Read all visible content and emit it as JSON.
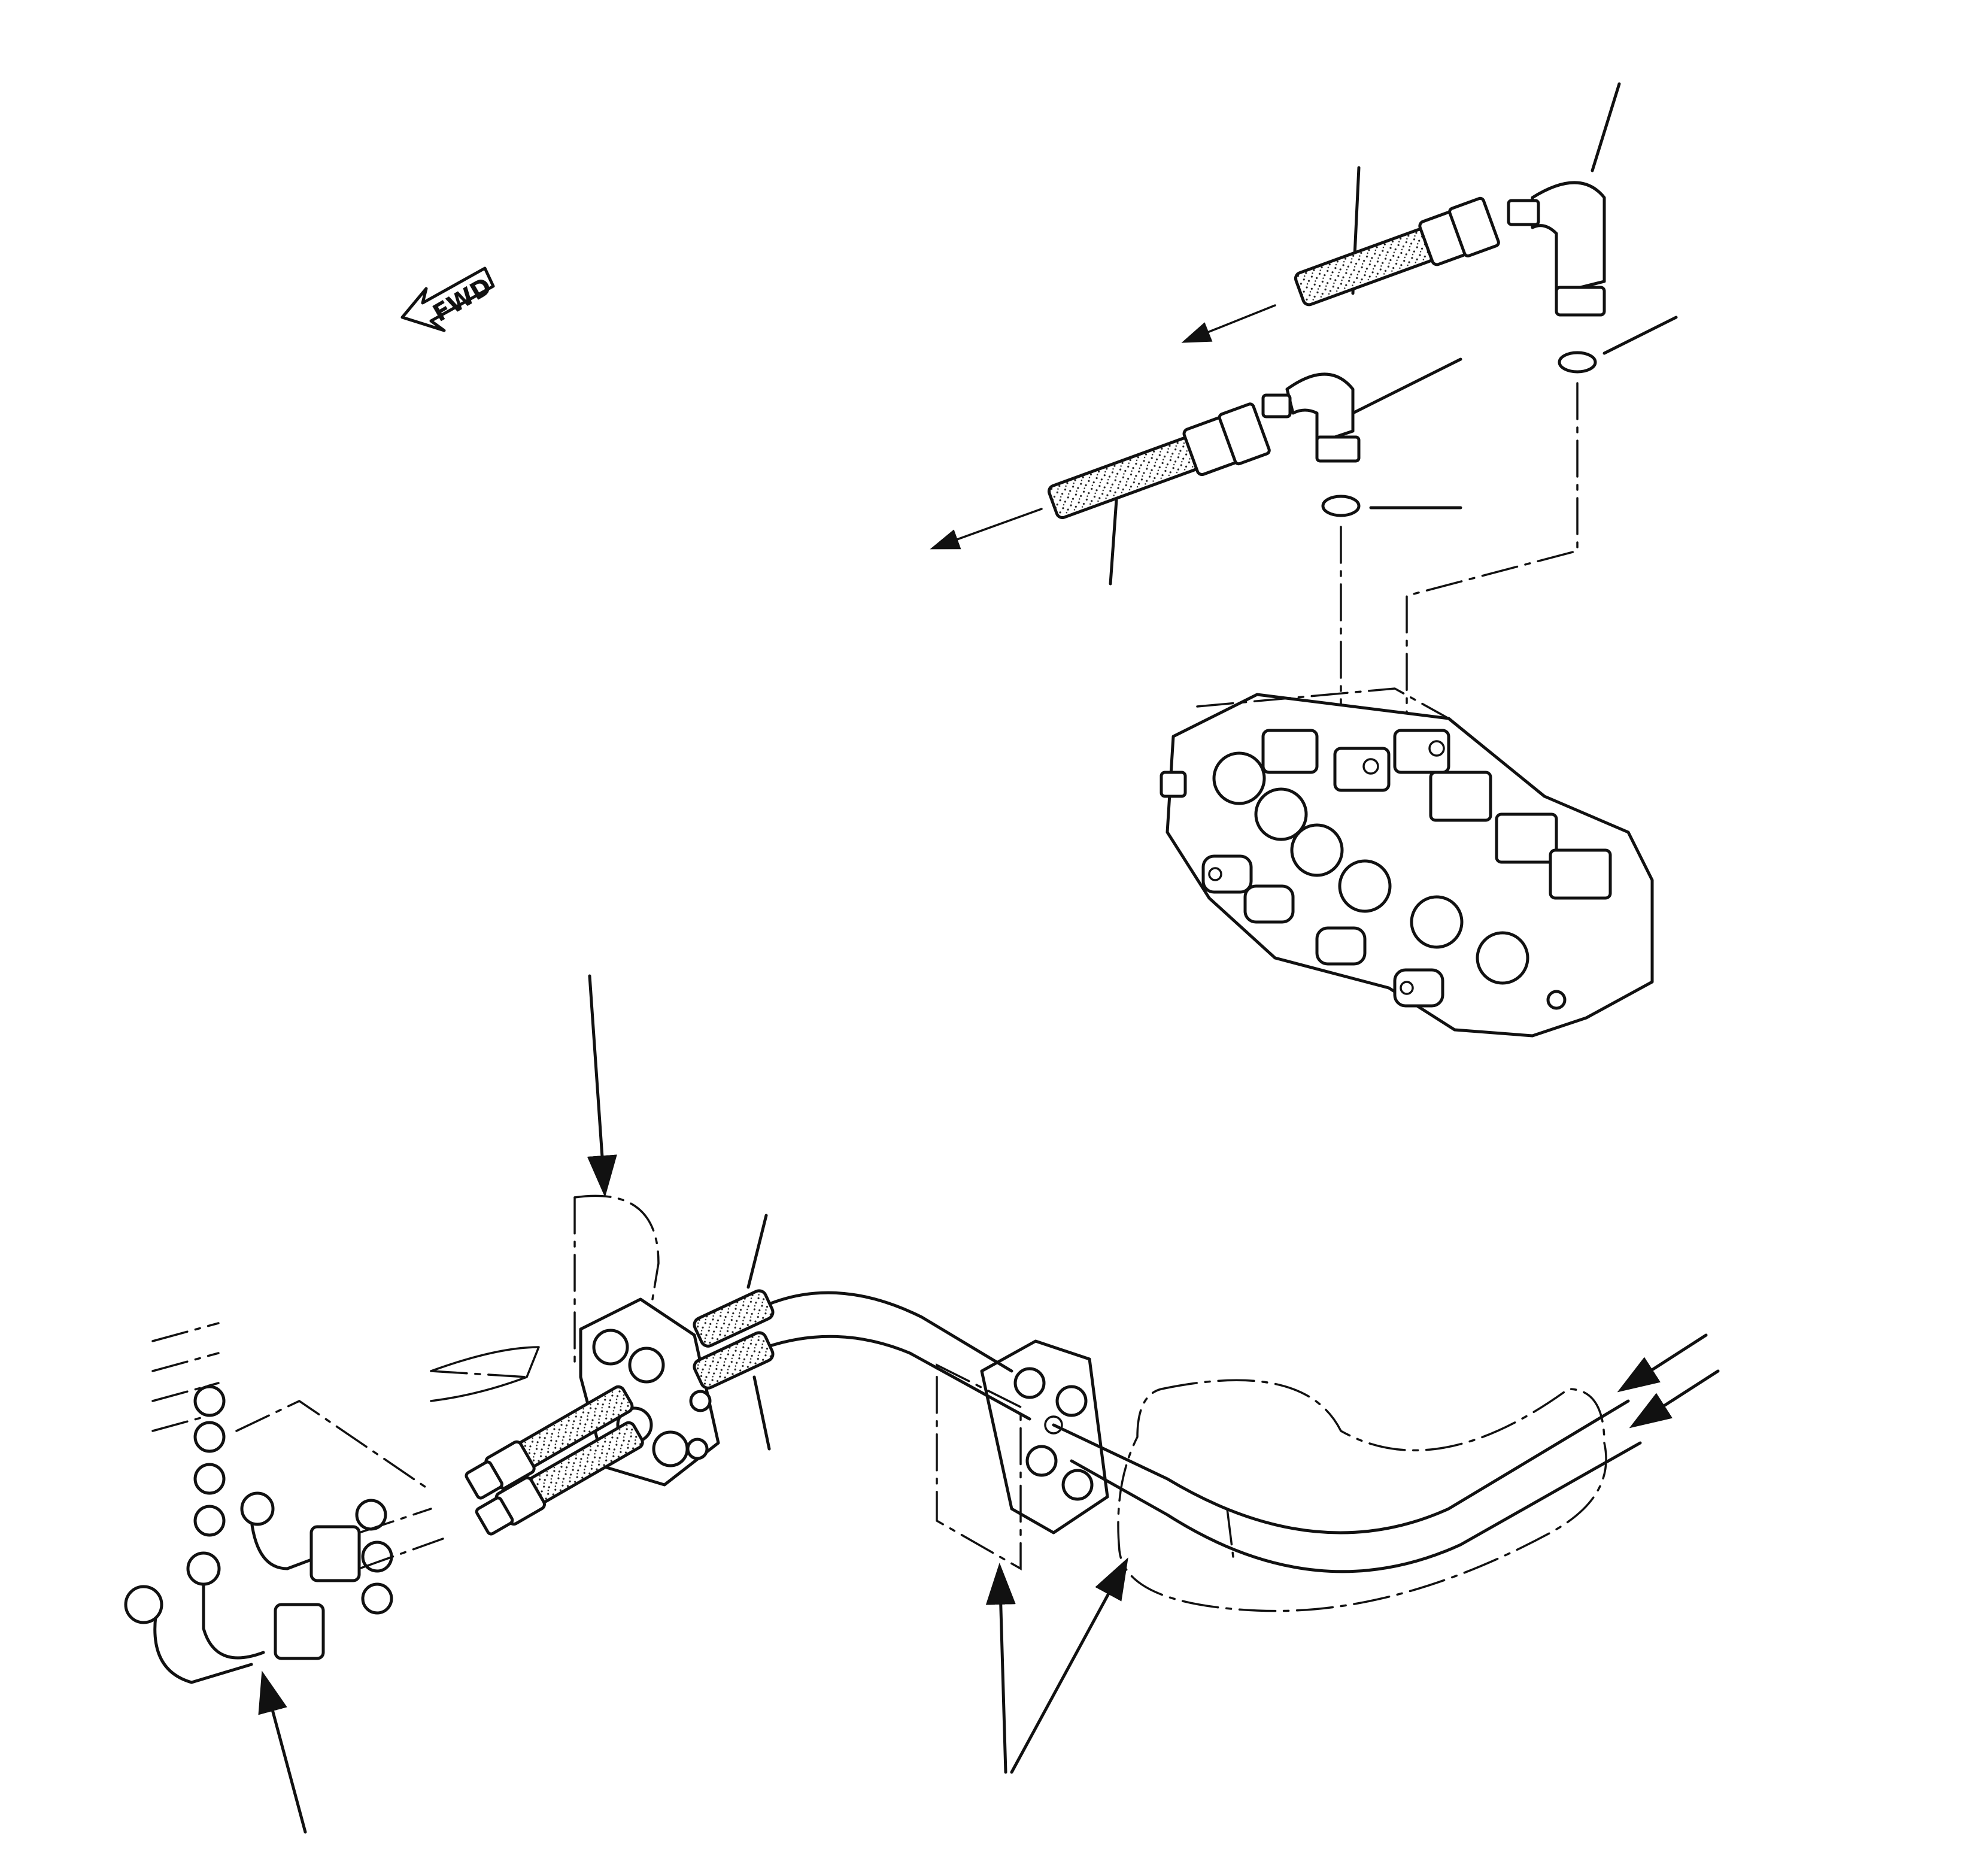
{
  "diagram": {
    "direction_label": "FWD",
    "colors": {
      "line": "#111111",
      "background": "#ffffff"
    },
    "components": [
      "fwd-arrow-icon",
      "upper-hose-assembly",
      "upper-elbow-fitting",
      "upper-o-ring",
      "lower-hose-assembly",
      "lower-elbow-fitting",
      "lower-o-ring",
      "control-valve",
      "bulkhead-grommet-left",
      "bulkhead-grommet-right",
      "protective-sleeve",
      "tube-clamp-assembly",
      "mounting-bracket"
    ]
  }
}
